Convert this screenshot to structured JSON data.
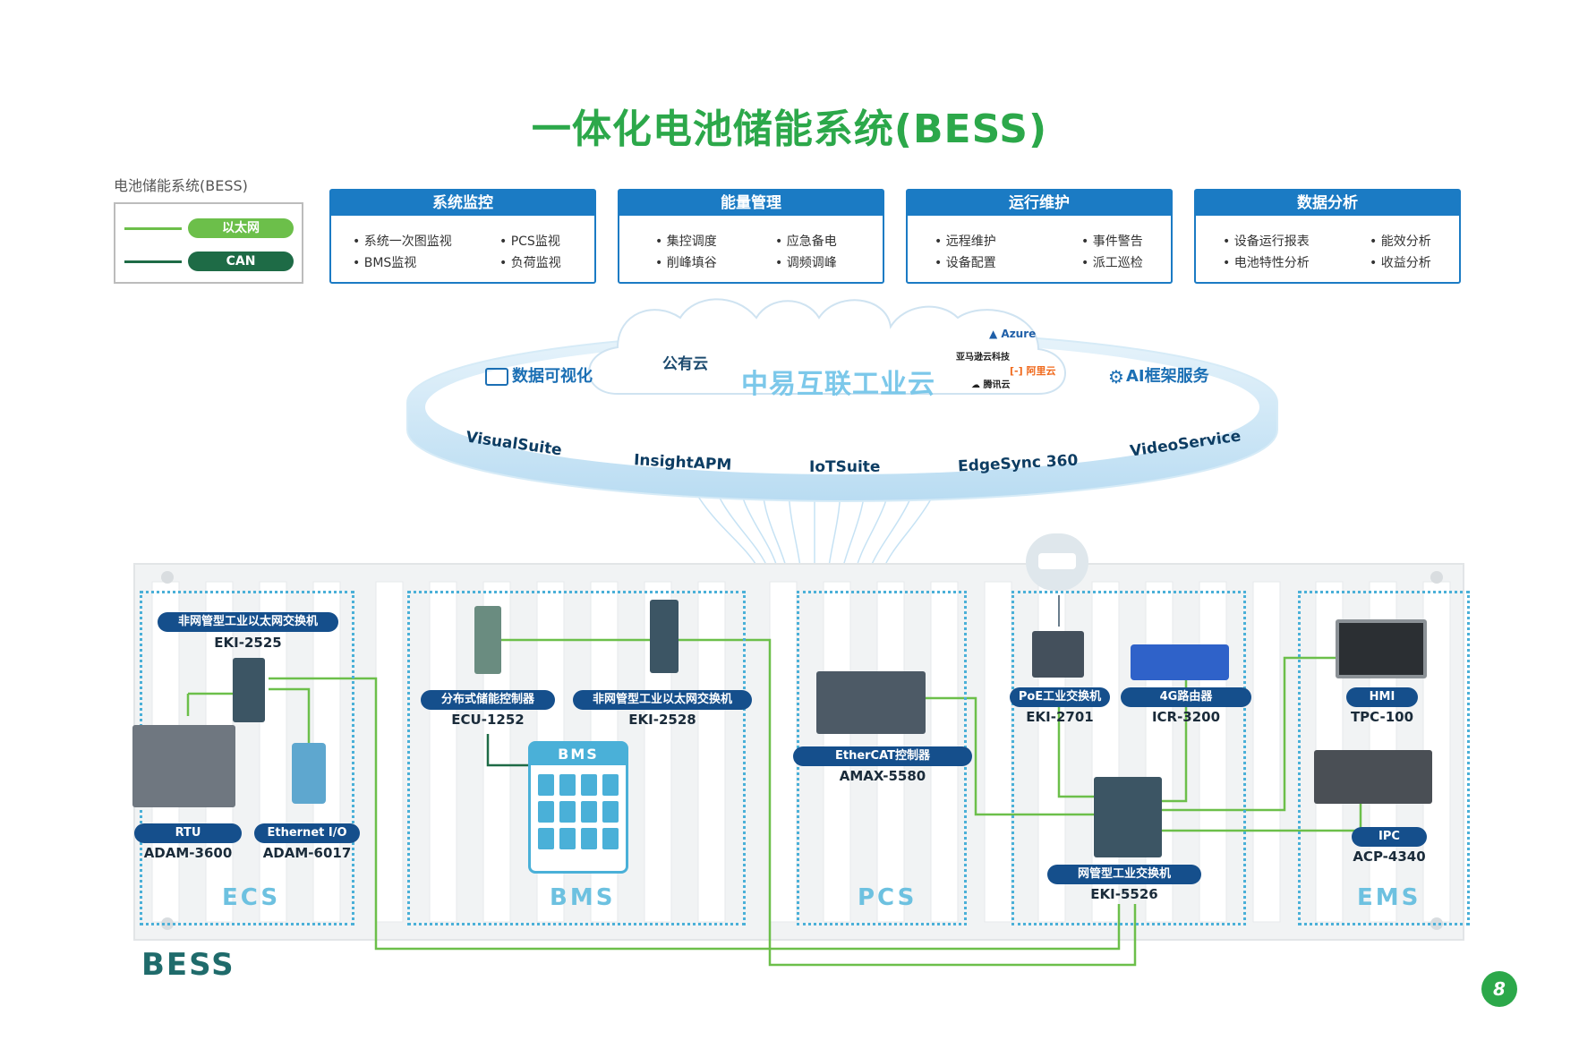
{
  "title": "一体化电池储能系统(BESS)",
  "legend": {
    "caption": "电池储能系统(BESS)",
    "items": [
      {
        "label": "以太网",
        "color": "#6cbf4a"
      },
      {
        "label": "CAN",
        "color": "#1e6b46"
      }
    ]
  },
  "panels": [
    {
      "title": "系统监控",
      "items": [
        "系统一次图监视",
        "PCS监视",
        "BMS监视",
        "负荷监视"
      ]
    },
    {
      "title": "能量管理",
      "items": [
        "集控调度",
        "应急备电",
        "削峰填谷",
        "调频调峰"
      ]
    },
    {
      "title": "运行维护",
      "items": [
        "远程维护",
        "事件警告",
        "设备配置",
        "派工巡检"
      ]
    },
    {
      "title": "数据分析",
      "items": [
        "设备运行报表",
        "能效分析",
        "电池特性分析",
        "收益分析"
      ]
    }
  ],
  "cloud": {
    "public_cloud": "公有云",
    "platform": "中易互联工业云",
    "providers": [
      "Azure",
      "亚马逊云科技",
      "阿里云",
      "腾讯云"
    ],
    "left_feature": "数据可视化",
    "right_feature": "AI框架服务",
    "services": [
      "VisualSuite",
      "InsightAPM",
      "IoTSuite",
      "EdgeSync 360",
      "VideoService"
    ]
  },
  "zones": [
    "ECS",
    "BMS",
    "PCS",
    "EMS"
  ],
  "devices": {
    "eki2525": {
      "label": "非网管型工业以太网交换机",
      "model": "EKI-2525"
    },
    "adam3600": {
      "label": "RTU",
      "model": "ADAM-3600"
    },
    "adam6017": {
      "label": "Ethernet I/O",
      "model": "ADAM-6017"
    },
    "ecu1252": {
      "label": "分布式储能控制器",
      "model": "ECU-1252"
    },
    "eki2528": {
      "label": "非网管型工业以太网交换机",
      "model": "EKI-2528"
    },
    "bms": {
      "label": "BMS"
    },
    "amax5580": {
      "label": "EtherCAT控制器",
      "model": "AMAX-5580"
    },
    "eki2701": {
      "label": "PoE工业交换机",
      "model": "EKI-2701"
    },
    "icr3200": {
      "label": "4G路由器",
      "model": "ICR-3200"
    },
    "eki5526": {
      "label": "网管型工业交换机",
      "model": "EKI-5526"
    },
    "tpc100": {
      "label": "HMI",
      "model": "TPC-100"
    },
    "acp4340": {
      "label": "IPC",
      "model": "ACP-4340"
    }
  },
  "bottom_label": "BESS",
  "page_number": "8"
}
